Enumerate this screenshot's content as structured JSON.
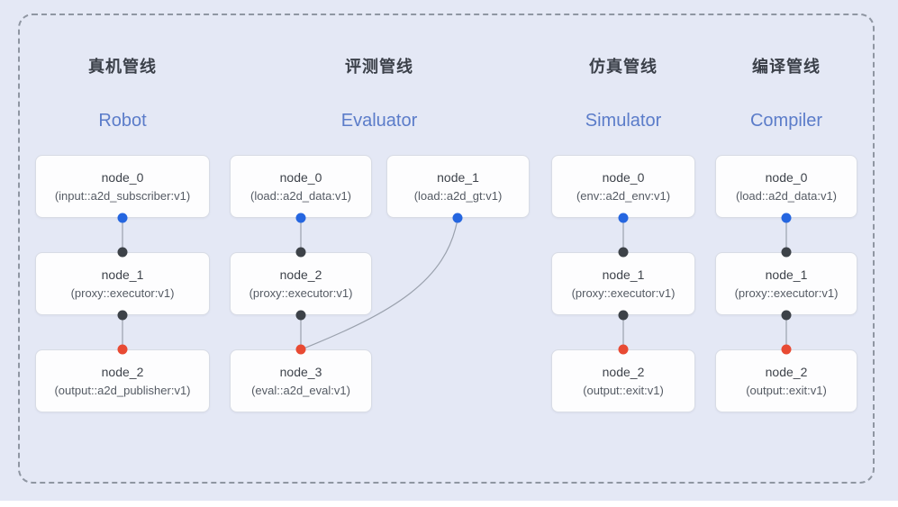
{
  "colors": {
    "panel_background": "#e4e8f5",
    "frame_border": "#8f96a2",
    "card_background": "#fdfdfe",
    "card_border": "#d8dce5",
    "accent_blue": "#5b7cc9",
    "dot_blue": "#2566e0",
    "dot_dark": "#3d4248",
    "dot_red": "#e84a33",
    "edge_line": "#9aa1ad"
  },
  "pipelines": [
    {
      "id": "robot",
      "title_zh": "真机管线",
      "title_en": "Robot",
      "nodes": [
        {
          "name": "node_0",
          "impl": "(input::a2d_subscriber:v1)"
        },
        {
          "name": "node_1",
          "impl": "(proxy::executor:v1)"
        },
        {
          "name": "node_2",
          "impl": "(output::a2d_publisher:v1)"
        }
      ]
    },
    {
      "id": "evaluator",
      "title_zh": "评测管线",
      "title_en": "Evaluator",
      "nodes": [
        {
          "name": "node_0",
          "impl": "(load::a2d_data:v1)"
        },
        {
          "name": "node_1",
          "impl": "(load::a2d_gt:v1)"
        },
        {
          "name": "node_2",
          "impl": "(proxy::executor:v1)"
        },
        {
          "name": "node_3",
          "impl": "(eval::a2d_eval:v1)"
        }
      ]
    },
    {
      "id": "simulator",
      "title_zh": "仿真管线",
      "title_en": "Simulator",
      "nodes": [
        {
          "name": "node_0",
          "impl": "(env::a2d_env:v1)"
        },
        {
          "name": "node_1",
          "impl": "(proxy::executor:v1)"
        },
        {
          "name": "node_2",
          "impl": "(output::exit:v1)"
        }
      ]
    },
    {
      "id": "compiler",
      "title_zh": "编译管线",
      "title_en": "Compiler",
      "nodes": [
        {
          "name": "node_0",
          "impl": "(load::a2d_data:v1)"
        },
        {
          "name": "node_1",
          "impl": "(proxy::executor:v1)"
        },
        {
          "name": "node_2",
          "impl": "(output::exit:v1)"
        }
      ]
    }
  ]
}
